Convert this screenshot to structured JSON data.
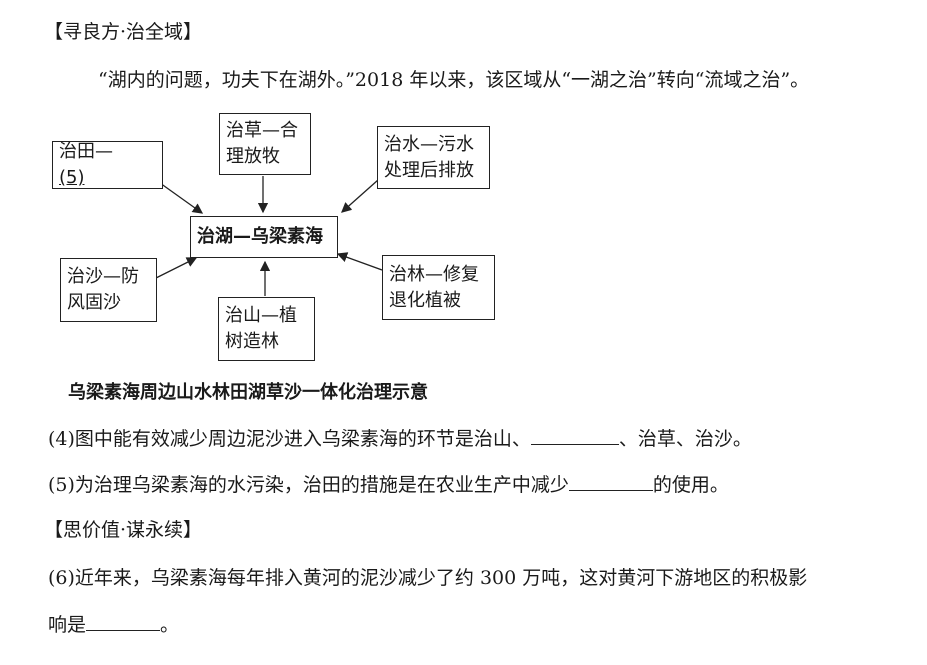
{
  "section1_heading": "【寻良方·治全域】",
  "intro": "“湖内的问题，功夫下在湖外。”2018 年以来，该区域从“一湖之治”转向“流域之治”。",
  "diagram": {
    "center": "治湖—乌梁素海",
    "tiantian_prefix": "治田—",
    "tiantian_blank": "(5)",
    "grass": [
      "治草—合",
      "理放牧"
    ],
    "water": [
      "治水—污水",
      "处理后排放"
    ],
    "sand": [
      "治沙—防",
      "风固沙"
    ],
    "forest": [
      "治林—修复",
      "退化植被"
    ],
    "mountain": [
      "治山—植",
      "树造林"
    ]
  },
  "caption": "乌梁素海周边山水林田湖草沙一体化治理示意",
  "q4_prefix": "(4)图中能有效减少周边泥沙进入乌梁素海的环节是治山、",
  "q4_suffix": "、治草、治沙。",
  "q5_prefix": "(5)为治理乌梁素海的水污染，治田的措施是在农业生产中减少",
  "q5_suffix": "的使用。",
  "section2_heading": "【思价值·谋永续】",
  "q6_line1": "(6)近年来，乌梁素海每年排入黄河的泥沙减少了约 300 万吨，这对黄河下游地区的积极影",
  "q6_line2_prefix": "响是",
  "q6_line2_suffix": "。"
}
